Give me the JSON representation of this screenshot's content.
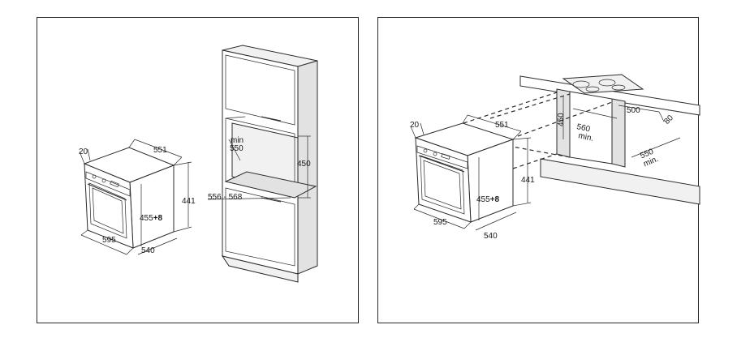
{
  "left_panel": {
    "oven_dims": {
      "depth_top": "20",
      "width_top": "551",
      "height_right": "441",
      "cutout_height_value": "455",
      "cutout_height_plus": "+8",
      "width_bottom": "595",
      "depth_bottom": "540"
    },
    "cabinet_dims": {
      "min_label": "min",
      "min_value": "550",
      "niche_height": "450",
      "niche_width": "556 - 568"
    }
  },
  "right_panel": {
    "oven_dims": {
      "depth_top": "20",
      "width_top": "551",
      "height_right": "441",
      "cutout_height_value": "455",
      "cutout_height_plus": "+8",
      "width_bottom": "595",
      "depth_bottom": "540"
    },
    "counter_dims": {
      "cut_height": "450",
      "cut_width": "560",
      "cut_width_min": "min.",
      "side_clearance": "500",
      "back_gap": "80",
      "depth": "550",
      "depth_min": "min."
    }
  },
  "colors": {
    "line": "#2b2b2b",
    "panel_border": "#2a2a2a",
    "cabinet_fill": "#f1f1f1"
  }
}
